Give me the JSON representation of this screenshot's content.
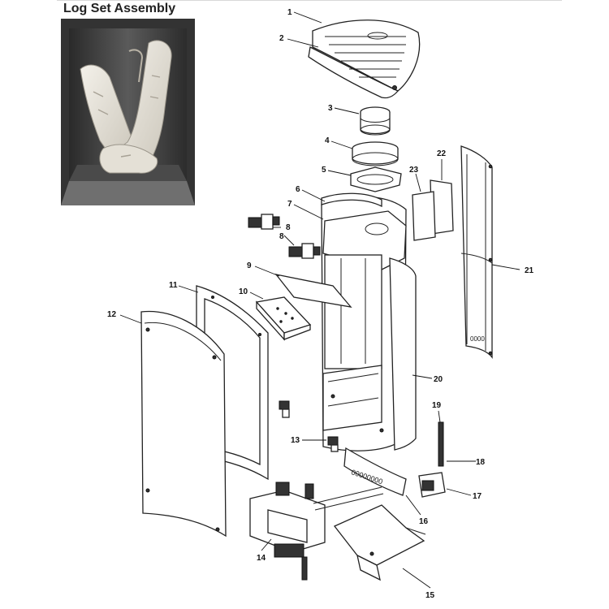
{
  "title": "Log Set Assembly",
  "callouts": [
    "1",
    "2",
    "3",
    "4",
    "5",
    "6",
    "7",
    "8",
    "8",
    "9",
    "10",
    "11",
    "12",
    "13",
    "14",
    "15",
    "16",
    "17",
    "18",
    "19",
    "20",
    "21",
    "22",
    "23"
  ]
}
